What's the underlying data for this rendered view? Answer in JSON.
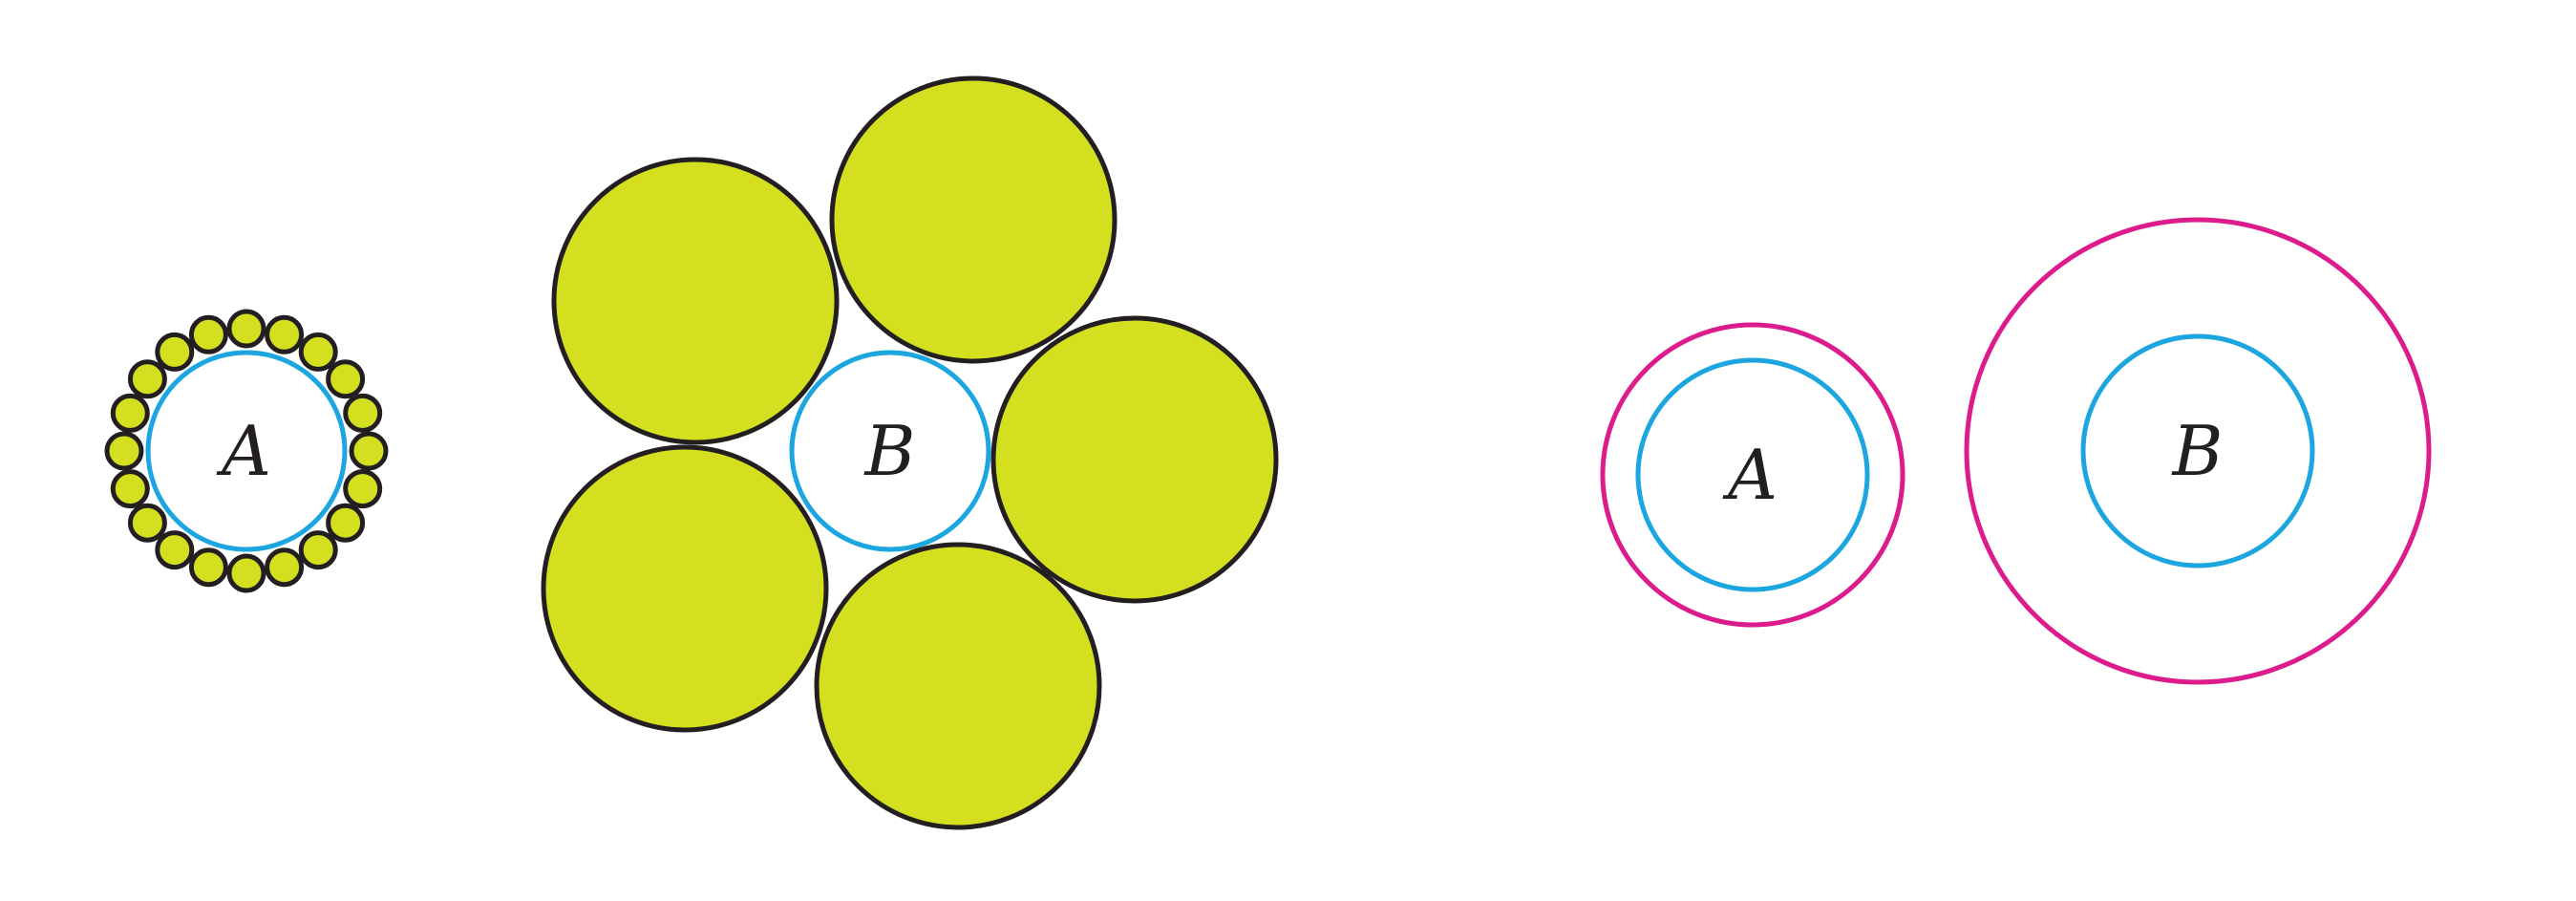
{
  "colors": {
    "background": "#ffffff",
    "fill": "#d4df20",
    "outline": "#231f20",
    "blue": "#1ba6e0",
    "magenta": "#dc1b8c"
  },
  "panels": {
    "a_small_surround": {
      "label": "A",
      "surrounding_circles": 20
    },
    "b_large_surround": {
      "label": "B",
      "surrounding_circles": 5
    },
    "a_ring": {
      "label": "A"
    },
    "b_ring": {
      "label": "B"
    }
  }
}
